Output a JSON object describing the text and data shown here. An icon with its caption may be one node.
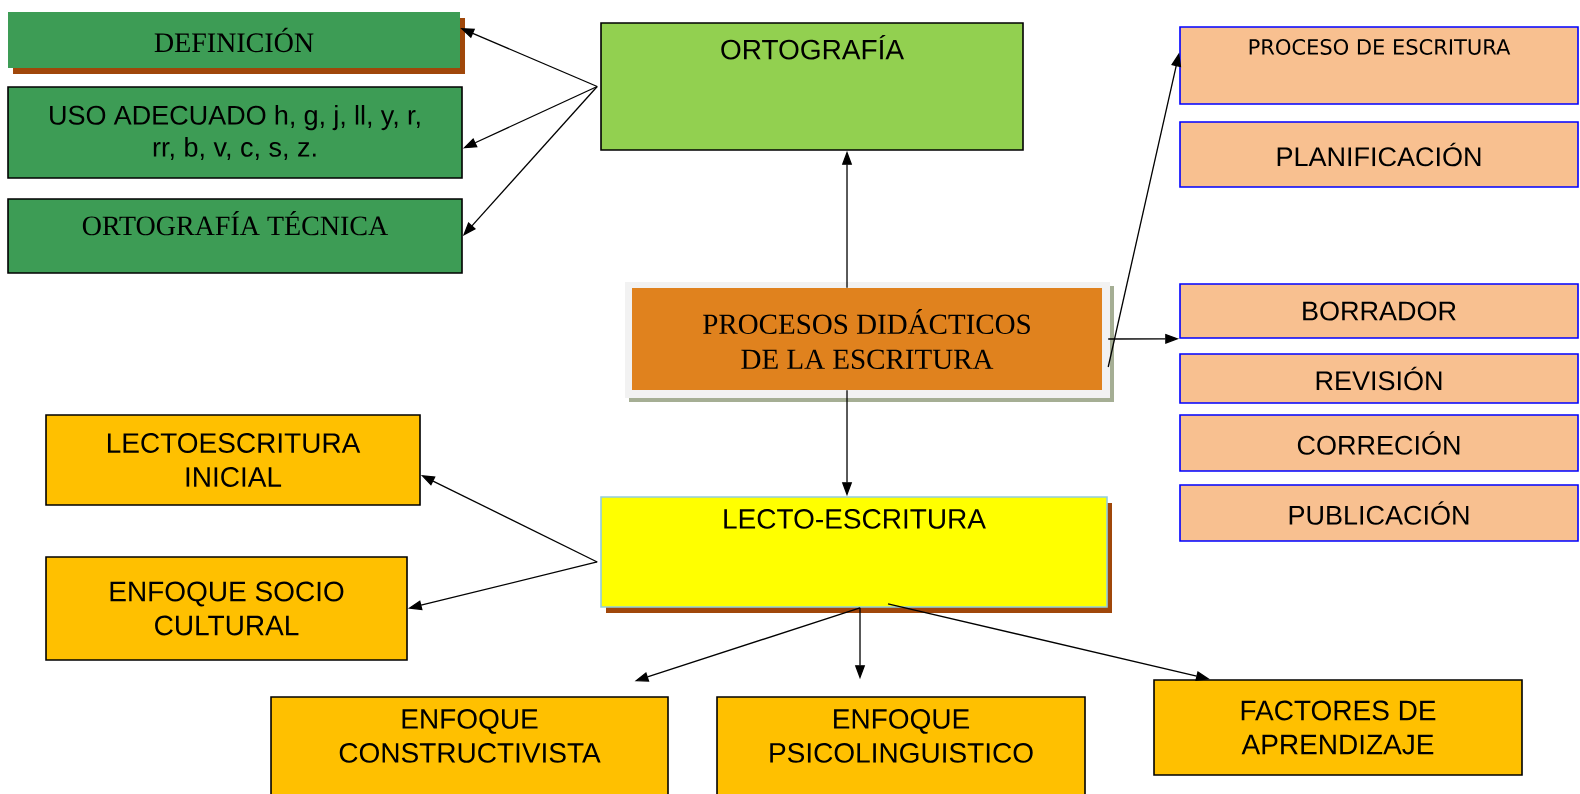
{
  "diagram": {
    "nodes": [
      {
        "text": [
          "DEFINICIÓN"
        ]
      },
      {
        "text": [
          "USO ADECUADO  h, g, j, ll, y, r, rr, b, v, c, s, z."
        ]
      },
      {
        "text": [
          "ORTOGRAFÍA TÉCNICA"
        ]
      },
      {
        "text": [
          "ORTOGRAFÍA"
        ]
      },
      {
        "text": [
          "PROCESOS DIDÁCTICOS DE LA ESCRITURA"
        ]
      },
      {
        "text": [
          "PROCESO DE ESCRITURA"
        ]
      },
      {
        "text": [
          "PLANIFICACIÓN"
        ]
      },
      {
        "text": [
          "BORRADOR"
        ]
      },
      {
        "text": [
          "REVISIÓN"
        ]
      },
      {
        "text": [
          "CORRECIÓN"
        ]
      },
      {
        "text": [
          "PUBLICACIÓN"
        ]
      },
      {
        "text": [
          "LECTOESCRITURA INICIAL"
        ]
      },
      {
        "text": [
          "ENFOQUE SOCIO CULTURAL"
        ]
      },
      {
        "text": [
          "LECTO-ESCRITURA"
        ]
      },
      {
        "text": [
          "ENFOQUE CONSTRUCTIVISTA"
        ]
      },
      {
        "text": [
          "ENFOQUE PSICOLINGUISTICO"
        ]
      },
      {
        "text": [
          "FACTORES DE APRENDIZAJE"
        ]
      }
    ],
    "edges": [
      {
        "from": 3,
        "to": 0,
        "arrow": "to"
      },
      {
        "from": 3,
        "to": 1,
        "arrow": "to"
      },
      {
        "from": 3,
        "to": 2,
        "arrow": "to"
      },
      {
        "from": 4,
        "to": 3,
        "arrow": "to"
      },
      {
        "from": 4,
        "to": 5,
        "arrow": "to"
      },
      {
        "from": 4,
        "to": 7,
        "arrow": "to"
      },
      {
        "from": 4,
        "to": 13,
        "arrow": "to"
      },
      {
        "from": 13,
        "to": 11,
        "arrow": "to"
      },
      {
        "from": 13,
        "to": 12,
        "arrow": "to"
      },
      {
        "from": 13,
        "to": 14,
        "arrow": "to"
      },
      {
        "from": 13,
        "to": 15,
        "arrow": "to"
      },
      {
        "from": 13,
        "to": 16,
        "arrow": "to"
      }
    ]
  }
}
